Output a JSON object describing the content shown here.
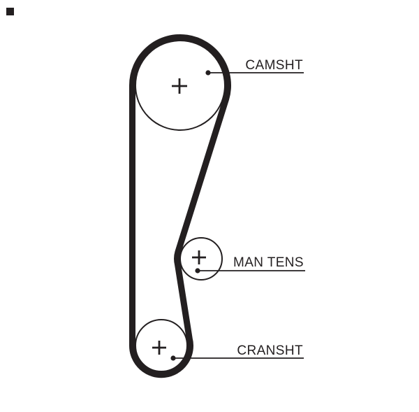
{
  "page": {
    "background": "#ffffff"
  },
  "colors": {
    "ink": "#231f20"
  },
  "diagram": {
    "type": "timing-belt-routing",
    "corner_mark": "small-black-square",
    "pulleys": [
      {
        "id": "camshaft",
        "label": "CAMSHT",
        "center_symbol": "+"
      },
      {
        "id": "manual-tensioner",
        "label": "MAN TENS",
        "center_symbol": "+"
      },
      {
        "id": "crankshaft",
        "label": "CRANSHT",
        "center_symbol": "+"
      }
    ]
  }
}
